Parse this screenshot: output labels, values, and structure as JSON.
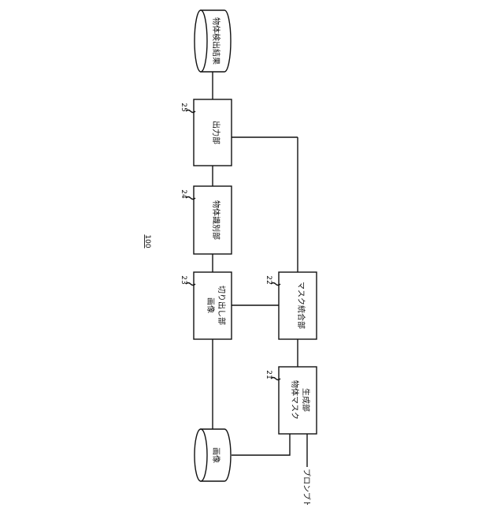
{
  "diagram": {
    "number": "100",
    "nodes": {
      "image_input": {
        "label": "画像"
      },
      "mask_gen": {
        "label_line1": "物体マスク",
        "label_line2": "生成部",
        "ref": "21"
      },
      "mask_merge": {
        "label": "マスク統合部",
        "ref": "22"
      },
      "crop": {
        "label_line1": "画像",
        "label_line2": "切り出し部",
        "ref": "23"
      },
      "identify": {
        "label": "物体識別部",
        "ref": "24"
      },
      "output": {
        "label": "出力部",
        "ref": "25"
      },
      "result": {
        "label": "物体検出結果"
      }
    },
    "prompt_label": "プロンプト"
  }
}
